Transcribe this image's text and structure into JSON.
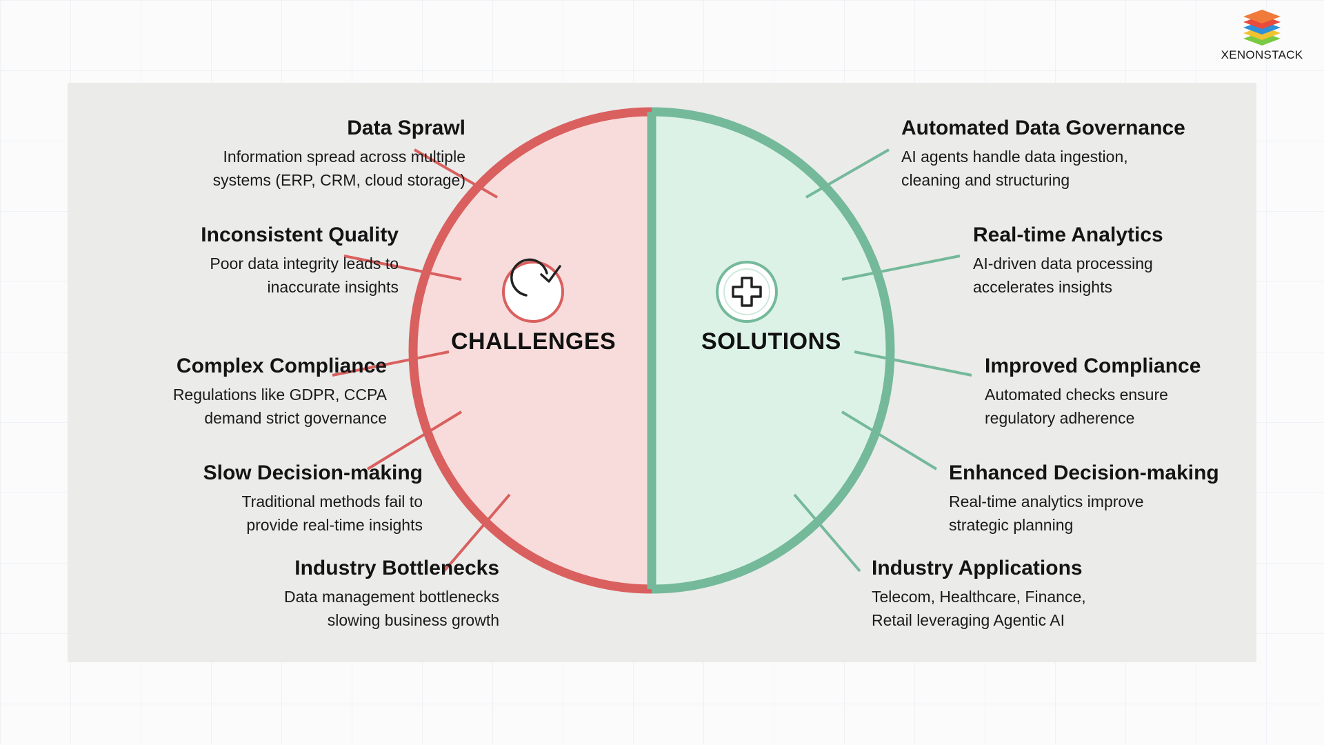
{
  "brand": {
    "name": "XENONSTACK",
    "logo_icon": "layered-stack-logo-icon"
  },
  "colors": {
    "challenge": "#d9605e",
    "challenge_fill": "#f8dcdc",
    "solution": "#74b99a",
    "solution_fill": "#ddf2e7",
    "panel": "#ebebea"
  },
  "challenges": {
    "label": "CHALLENGES",
    "icon": "refresh-check-icon",
    "items": [
      {
        "title": "Data Sprawl",
        "desc": [
          "Information spread across multiple",
          "systems (ERP, CRM, cloud storage)"
        ]
      },
      {
        "title": "Inconsistent Quality",
        "desc": [
          "Poor data integrity leads to",
          "inaccurate insights"
        ]
      },
      {
        "title": "Complex Compliance",
        "desc": [
          "Regulations like GDPR, CCPA",
          "demand strict governance"
        ]
      },
      {
        "title": "Slow Decision-making",
        "desc": [
          "Traditional methods fail to",
          "provide real-time insights"
        ]
      },
      {
        "title": "Industry Bottlenecks",
        "desc": [
          "Data management bottlenecks",
          "slowing business growth"
        ]
      }
    ]
  },
  "solutions": {
    "label": "SOLUTIONS",
    "icon": "plus-cross-icon",
    "items": [
      {
        "title": "Automated Data Governance",
        "desc": [
          "AI agents handle data ingestion,",
          "cleaning and structuring"
        ]
      },
      {
        "title": "Real-time Analytics",
        "desc": [
          "AI-driven data processing",
          "accelerates insights"
        ]
      },
      {
        "title": "Improved Compliance",
        "desc": [
          "Automated checks ensure",
          "regulatory adherence"
        ]
      },
      {
        "title": "Enhanced Decision-making",
        "desc": [
          "Real-time analytics improve",
          "strategic planning"
        ]
      },
      {
        "title": "Industry Applications",
        "desc": [
          "Telecom, Healthcare, Finance,",
          "Retail leveraging Agentic AI"
        ]
      }
    ]
  }
}
